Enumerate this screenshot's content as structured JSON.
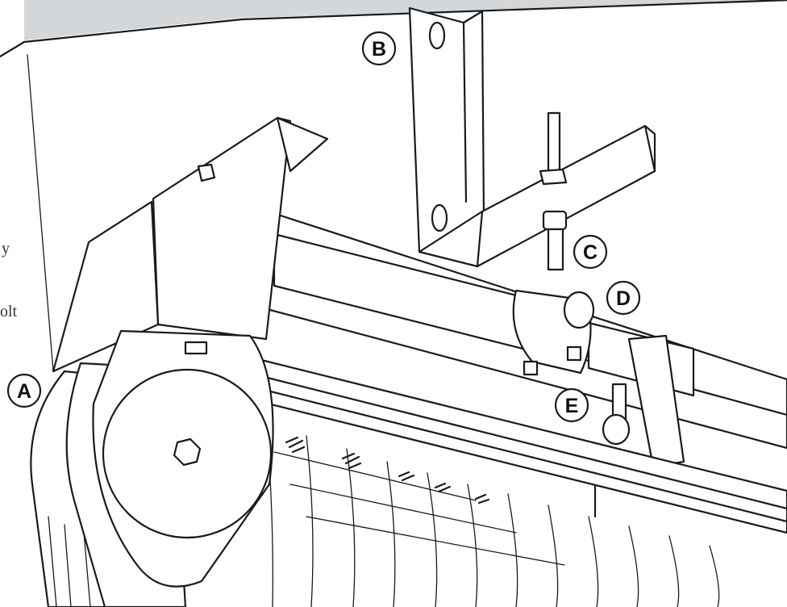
{
  "callouts": {
    "a": "A",
    "b": "B",
    "c": "C",
    "d": "D",
    "e": "E"
  },
  "edge_text": {
    "line1": "y",
    "line2": "olt"
  },
  "colors": {
    "ceiling_fill": "#d3d7da",
    "ink": "#1a1a1a",
    "paper": "#ffffff"
  }
}
